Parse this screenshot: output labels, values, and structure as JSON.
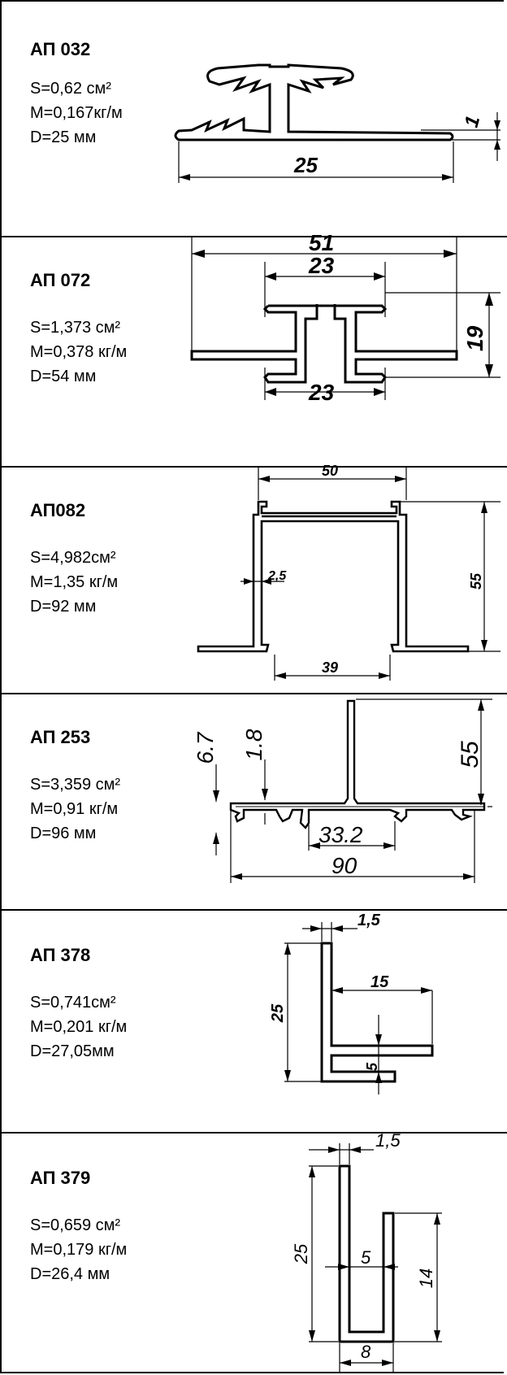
{
  "profiles": [
    {
      "code": "АП 032",
      "area": "S=0,62 см²",
      "mass": "M=0,167кг/м",
      "diameter": "D=25 мм",
      "dims": {
        "thickness": "1",
        "width": "25"
      }
    },
    {
      "code": "АП 072",
      "area": "S=1,373 см²",
      "mass": "M=0,378 кг/м",
      "diameter": "D=54 мм",
      "dims": {
        "total": "51",
        "top": "23",
        "height": "19",
        "bottom": "23"
      }
    },
    {
      "code": "АП082",
      "area": "S=4,982см²",
      "mass": "M=1,35 кг/м",
      "diameter": "D=92 мм",
      "dims": {
        "top": "50",
        "height": "55",
        "wall": "2,5",
        "base": "39"
      }
    },
    {
      "code": "АП 253",
      "area": "S=3,359 см²",
      "mass": "M=0,91 кг/м",
      "diameter": "D=96 мм",
      "dims": {
        "h1": "6.7",
        "h2": "1.8",
        "height": "55",
        "inner": "33.2",
        "width": "90"
      }
    },
    {
      "code": "АП 378",
      "area": "S=0,741см²",
      "mass": "M=0,201 кг/м",
      "diameter": "D=27,05мм",
      "dims": {
        "wall": "1,5",
        "height": "25",
        "flange": "15",
        "gap": "5"
      }
    },
    {
      "code": "АП 379",
      "area": "S=0,659 см²",
      "mass": "M=0,179 кг/м",
      "diameter": "D=26,4 мм",
      "dims": {
        "wall": "1,5",
        "height": "25",
        "gap": "5",
        "lip": "14",
        "base": "8"
      }
    }
  ]
}
